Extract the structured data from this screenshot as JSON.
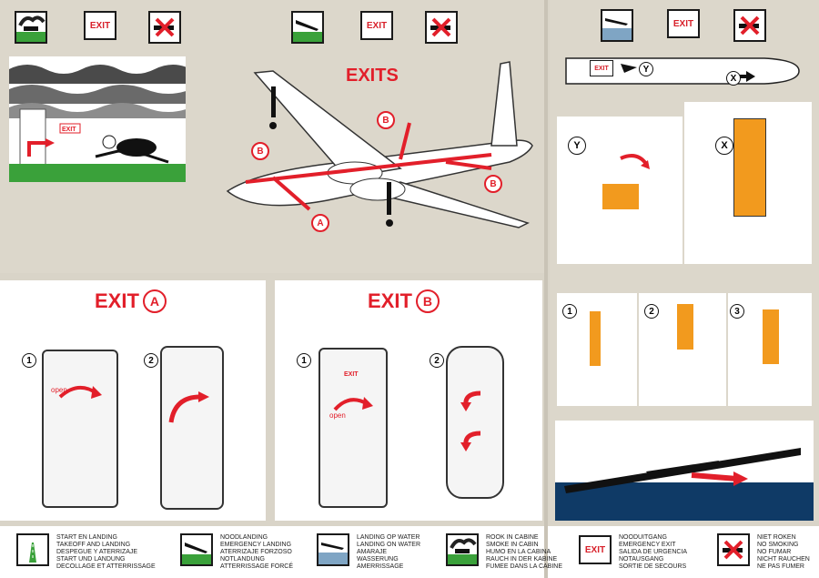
{
  "top_icons": {
    "left": [
      "smoke-in-cabin-icon",
      "exit-sign",
      "no-smoking-icon"
    ],
    "middle": [
      "emergency-landing-icon",
      "exit-sign",
      "no-smoking-icon"
    ],
    "right": [
      "landing-on-water-icon",
      "exit-sign",
      "no-smoking-icon"
    ]
  },
  "exit_label": "EXIT",
  "exits": {
    "title": "EXITS",
    "labels": [
      "A",
      "B",
      "B",
      "B"
    ]
  },
  "cabin_plan": {
    "exit_label": "EXIT",
    "door_y": "Y",
    "door_x": "X"
  },
  "door_y_label": "Y",
  "door_x_label": "X",
  "exit_a": {
    "title": "EXIT",
    "letter": "A",
    "steps": [
      "1",
      "2"
    ],
    "open_label": "open"
  },
  "exit_b": {
    "title": "EXIT",
    "letter": "B",
    "steps": [
      "1",
      "2"
    ],
    "open_label": "open",
    "door_exit_label": "EXIT"
  },
  "window_exit_steps": [
    "1",
    "2",
    "3"
  ],
  "legend": [
    {
      "icon": "runway-icon",
      "lines": [
        "START EN LANDING",
        "TAKEOFF AND LANDING",
        "DESPEGUE Y ATERRIZAJE",
        "START UND LANDUNG",
        "DECOLLAGE ET ATTERRISSAGE"
      ]
    },
    {
      "icon": "emergency-landing-icon",
      "lines": [
        "NOODLANDING",
        "EMERGENCY LANDING",
        "ATERRIZAJE FORZOSO",
        "NOTLANDUNG",
        "ATTERRISSAGE FORCÉ"
      ]
    },
    {
      "icon": "landing-on-water-icon",
      "lines": [
        "LANDING OP WATER",
        "LANDING ON WATER",
        "AMARAJE",
        "WASSERUNG",
        "AMERRISSAGE"
      ]
    },
    {
      "icon": "smoke-in-cabin-icon",
      "lines": [
        "ROOK IN CABINE",
        "SMOKE IN CABIN",
        "HUMO EN LA CABINA",
        "RAUCH IN DER KABINE",
        "FUMEE DANS LA CABINE"
      ]
    },
    {
      "icon": "exit-sign",
      "lines": [
        "NOODUITGANG",
        "EMERGENCY EXIT",
        "SALIDA DE URGENCIA",
        "NOTAUSGANG",
        "SORTIE DE SECOURS"
      ]
    },
    {
      "icon": "no-smoking-icon",
      "lines": [
        "NIET ROKEN",
        "NO SMOKING",
        "NO FUMAR",
        "NICHT RAUCHEN",
        "NE PAS FUMER"
      ]
    }
  ],
  "colors": {
    "exit_red": "#e21f2a",
    "door_orange": "#f29a1e",
    "ground_green": "#3aa13a",
    "water_blue": "#0f3a66"
  }
}
